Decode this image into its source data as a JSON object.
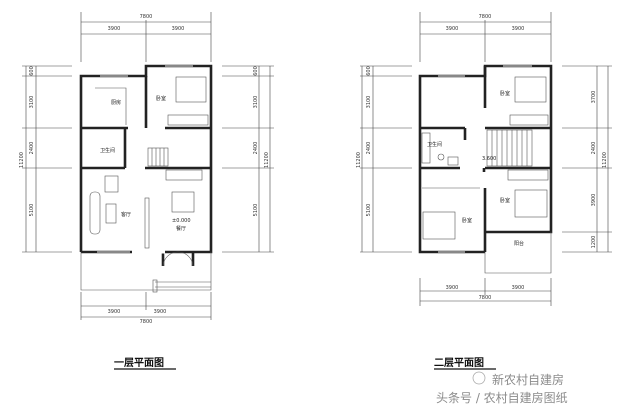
{
  "floor1": {
    "title": "一层平面图",
    "dims": {
      "total_width": "7800",
      "bay_left": "3900",
      "bay_right": "3900",
      "d600": "600",
      "d3100": "3100",
      "d2400": "2400",
      "d5100": "5100",
      "total_depth": "11200"
    },
    "rooms": {
      "kitchen": "厨房",
      "bedroom": "卧室",
      "bathroom": "卫生间",
      "living": "客厅",
      "dining": "餐厅",
      "elevation": "±0.000"
    }
  },
  "floor2": {
    "title": "二层平面图",
    "dims": {
      "total_width": "7800",
      "bay_left": "3900",
      "bay_right": "3900",
      "d600": "600",
      "d3100": "3100",
      "d2400": "2400",
      "d5100": "5100",
      "total_depth": "11200",
      "r3700": "3700",
      "r2400": "2400",
      "r3900": "3900",
      "r1200": "1200"
    },
    "rooms": {
      "bedroom1": "卧室",
      "bathroom": "卫生间",
      "bedroom2": "卧室",
      "bedroom3": "卧室",
      "balcony": "阳台",
      "elevation": "3.600"
    }
  },
  "watermark": {
    "line1": "新农村自建房",
    "line2": "头条号 / 农村自建房图纸"
  }
}
